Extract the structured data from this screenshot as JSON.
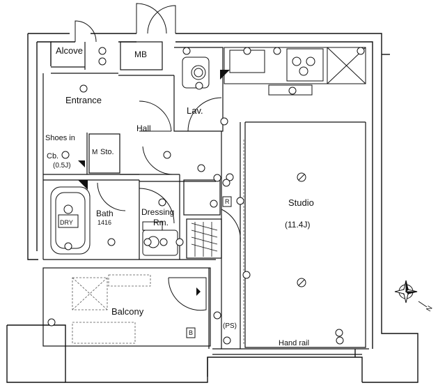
{
  "rooms": {
    "alcove": "Alcove",
    "mb": "MB",
    "entrance": "Entrance",
    "lav": "Lav.",
    "hall": "Hall",
    "shoes_in": "Shoes in",
    "cb": "Cb.",
    "cb_size": "(0.5J)",
    "sto": "Sto.",
    "sto_prefix": "M",
    "bath": "Bath",
    "bath_size": "1416",
    "dry": "DRY",
    "dressing": "Dressing",
    "dressing_rm": "Rm.",
    "studio": "Studio",
    "studio_size": "(11.4J)",
    "balcony": "Balcony",
    "ps": "(PS)",
    "handrail": "Hand rail",
    "b_box": "B",
    "r_box": "R"
  },
  "compass": {
    "north_letter": "N",
    "icon": "compass-rose-icon"
  },
  "colors": {
    "line": "#111111",
    "dashed": "#555555",
    "background": "#ffffff"
  }
}
